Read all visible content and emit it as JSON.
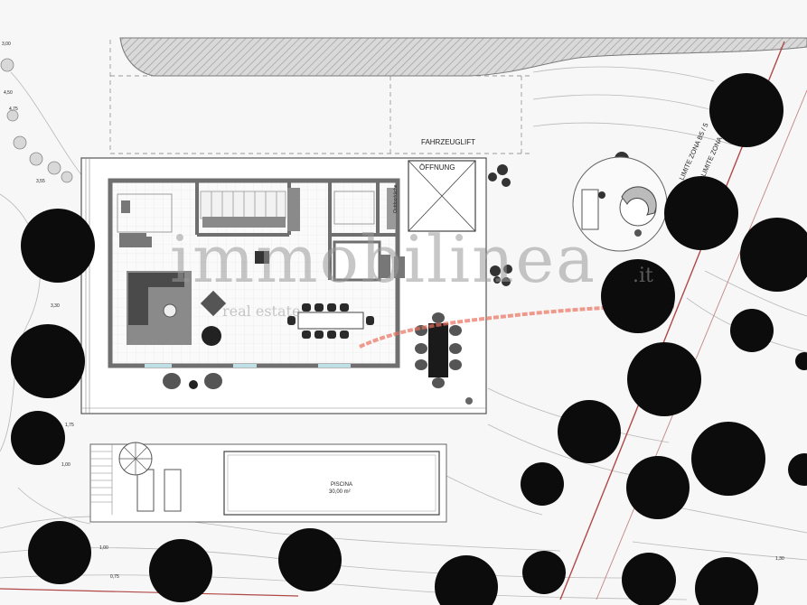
{
  "labels": {
    "car_lift": "FAHRZEUGLIFT",
    "opening": "ÖFFNUNG",
    "pool_name": "PISCINA",
    "pool_area": "30,00 m²",
    "zone_1": "LIMITE ZONA B5 / 5",
    "zone_2": "LIMITE ZONA",
    "outdoor": "Outdoorküche"
  },
  "levels": {
    "l1": "3,55",
    "l2": "3,30",
    "l3": "1,75",
    "l4": "1,00",
    "l5": "1,00",
    "l6": "0,75",
    "l7": "1,30",
    "l8": "3,00",
    "l9": "4,50",
    "l10": "4,75"
  },
  "watermark": {
    "brand": "immobilinea",
    "tld": ".it",
    "tagline": "real estate"
  },
  "colors": {
    "tree": "#0c0c0c",
    "hatch": "#b5b5b5",
    "wall": "#6f6f6f",
    "zone_line": "#b04848",
    "ramp": "#e8705e"
  }
}
